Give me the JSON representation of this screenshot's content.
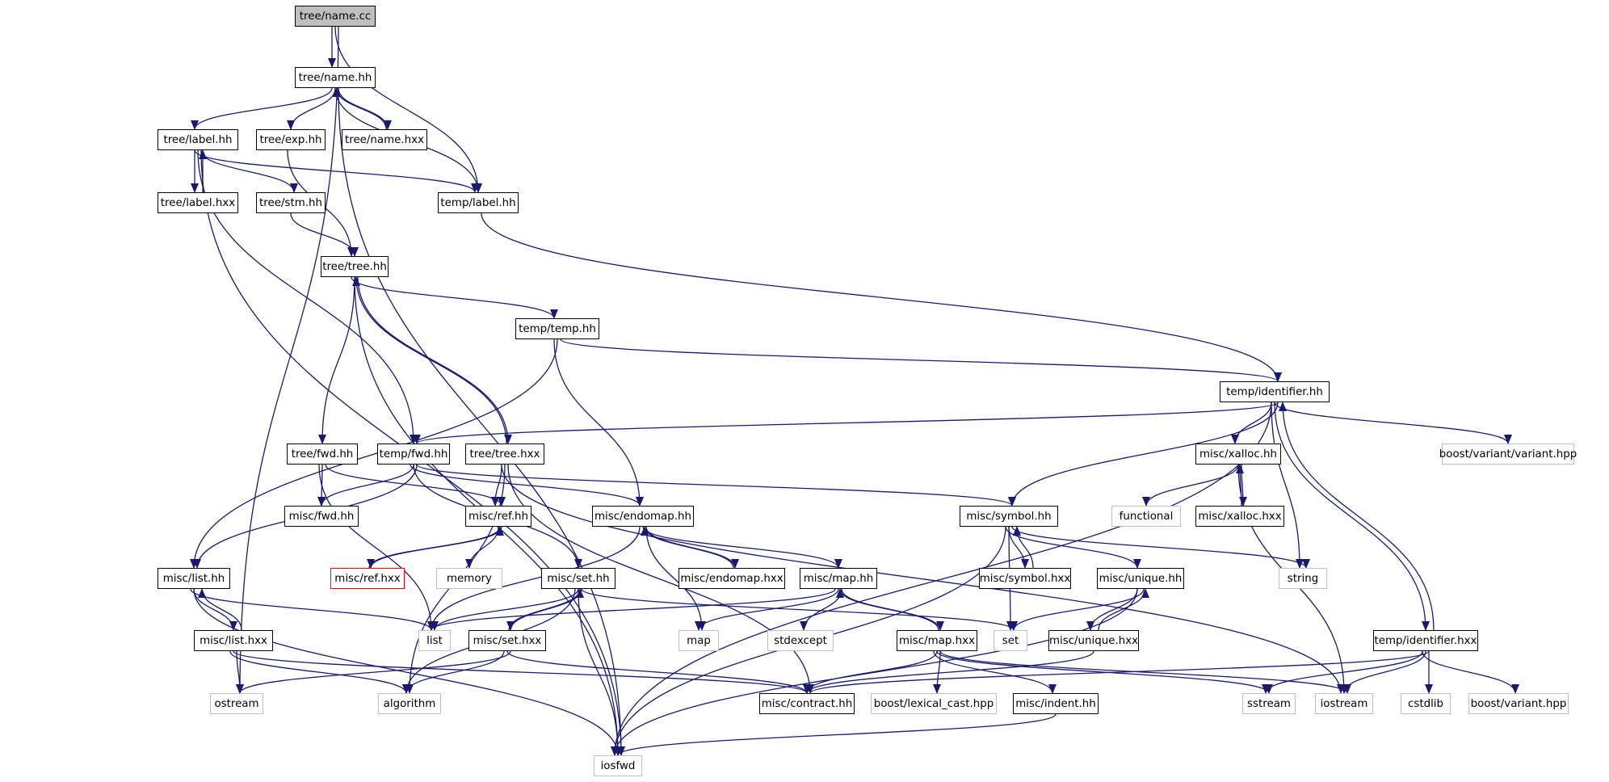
{
  "diagram": {
    "nodes": [
      {
        "id": "tree_name_cc",
        "label": "tree/name.cc",
        "kind": "root"
      },
      {
        "id": "tree_name_hh",
        "label": "tree/name.hh",
        "kind": "file"
      },
      {
        "id": "tree_label_hh",
        "label": "tree/label.hh",
        "kind": "file"
      },
      {
        "id": "tree_exp_hh",
        "label": "tree/exp.hh",
        "kind": "file"
      },
      {
        "id": "tree_name_hxx",
        "label": "tree/name.hxx",
        "kind": "file"
      },
      {
        "id": "tree_label_hxx",
        "label": "tree/label.hxx",
        "kind": "file"
      },
      {
        "id": "tree_stm_hh",
        "label": "tree/stm.hh",
        "kind": "file"
      },
      {
        "id": "temp_label_hh",
        "label": "temp/label.hh",
        "kind": "file"
      },
      {
        "id": "tree_tree_hh",
        "label": "tree/tree.hh",
        "kind": "file"
      },
      {
        "id": "temp_temp_hh",
        "label": "temp/temp.hh",
        "kind": "file"
      },
      {
        "id": "temp_identifier_hh",
        "label": "temp/identifier.hh",
        "kind": "file"
      },
      {
        "id": "tree_fwd_hh",
        "label": "tree/fwd.hh",
        "kind": "file"
      },
      {
        "id": "temp_fwd_hh",
        "label": "temp/fwd.hh",
        "kind": "file"
      },
      {
        "id": "tree_tree_hxx",
        "label": "tree/tree.hxx",
        "kind": "file"
      },
      {
        "id": "misc_xalloc_hh",
        "label": "misc/xalloc.hh",
        "kind": "file"
      },
      {
        "id": "boost_variant_variant_hpp",
        "label": "boost/variant/variant.hpp",
        "kind": "system"
      },
      {
        "id": "misc_fwd_hh",
        "label": "misc/fwd.hh",
        "kind": "file"
      },
      {
        "id": "misc_ref_hh",
        "label": "misc/ref.hh",
        "kind": "file"
      },
      {
        "id": "misc_endomap_hh",
        "label": "misc/endomap.hh",
        "kind": "file"
      },
      {
        "id": "misc_symbol_hh",
        "label": "misc/symbol.hh",
        "kind": "file"
      },
      {
        "id": "functional",
        "label": "functional",
        "kind": "system"
      },
      {
        "id": "misc_xalloc_hxx",
        "label": "misc/xalloc.hxx",
        "kind": "file"
      },
      {
        "id": "misc_list_hh",
        "label": "misc/list.hh",
        "kind": "file"
      },
      {
        "id": "misc_ref_hxx",
        "label": "misc/ref.hxx",
        "kind": "highlight"
      },
      {
        "id": "memory",
        "label": "memory",
        "kind": "system"
      },
      {
        "id": "misc_set_hh",
        "label": "misc/set.hh",
        "kind": "file"
      },
      {
        "id": "misc_endomap_hxx",
        "label": "misc/endomap.hxx",
        "kind": "file"
      },
      {
        "id": "misc_map_hh",
        "label": "misc/map.hh",
        "kind": "file"
      },
      {
        "id": "misc_symbol_hxx",
        "label": "misc/symbol.hxx",
        "kind": "file"
      },
      {
        "id": "misc_unique_hh",
        "label": "misc/unique.hh",
        "kind": "file"
      },
      {
        "id": "string",
        "label": "string",
        "kind": "system"
      },
      {
        "id": "misc_list_hxx",
        "label": "misc/list.hxx",
        "kind": "file"
      },
      {
        "id": "list",
        "label": "list",
        "kind": "system"
      },
      {
        "id": "misc_set_hxx",
        "label": "misc/set.hxx",
        "kind": "file"
      },
      {
        "id": "map",
        "label": "map",
        "kind": "system"
      },
      {
        "id": "stdexcept",
        "label": "stdexcept",
        "kind": "system"
      },
      {
        "id": "misc_map_hxx",
        "label": "misc/map.hxx",
        "kind": "file"
      },
      {
        "id": "set",
        "label": "set",
        "kind": "system"
      },
      {
        "id": "misc_unique_hxx",
        "label": "misc/unique.hxx",
        "kind": "file"
      },
      {
        "id": "temp_identifier_hxx",
        "label": "temp/identifier.hxx",
        "kind": "file"
      },
      {
        "id": "ostream",
        "label": "ostream",
        "kind": "system"
      },
      {
        "id": "algorithm",
        "label": "algorithm",
        "kind": "system"
      },
      {
        "id": "misc_contract_hh",
        "label": "misc/contract.hh",
        "kind": "file"
      },
      {
        "id": "boost_lexical_cast_hpp",
        "label": "boost/lexical_cast.hpp",
        "kind": "system"
      },
      {
        "id": "misc_indent_hh",
        "label": "misc/indent.hh",
        "kind": "file"
      },
      {
        "id": "sstream",
        "label": "sstream",
        "kind": "system"
      },
      {
        "id": "iostream",
        "label": "iostream",
        "kind": "system"
      },
      {
        "id": "cstdlib",
        "label": "cstdlib",
        "kind": "system"
      },
      {
        "id": "boost_variant_hpp",
        "label": "boost/variant.hpp",
        "kind": "system"
      },
      {
        "id": "iosfwd",
        "label": "iosfwd",
        "kind": "system"
      }
    ],
    "edges": [
      [
        "tree_name_cc",
        "tree_name_hh"
      ],
      [
        "tree_name_cc",
        "temp_label_hh"
      ],
      [
        "tree_name_cc",
        "ostream"
      ],
      [
        "tree_name_hh",
        "tree_label_hh"
      ],
      [
        "tree_name_hh",
        "tree_exp_hh"
      ],
      [
        "tree_name_hh",
        "tree_name_hxx"
      ],
      [
        "tree_name_hxx",
        "tree_name_hh"
      ],
      [
        "tree_name_hh",
        "temp_label_hh"
      ],
      [
        "tree_name_hh",
        "iosfwd"
      ],
      [
        "tree_label_hh",
        "tree_label_hxx"
      ],
      [
        "tree_label_hxx",
        "tree_label_hh"
      ],
      [
        "tree_label_hh",
        "tree_stm_hh"
      ],
      [
        "tree_label_hh",
        "temp_label_hh"
      ],
      [
        "tree_label_hh",
        "temp_fwd_hh"
      ],
      [
        "tree_label_hh",
        "iosfwd"
      ],
      [
        "tree_exp_hh",
        "tree_tree_hh"
      ],
      [
        "tree_stm_hh",
        "tree_tree_hh"
      ],
      [
        "temp_label_hh",
        "temp_identifier_hh"
      ],
      [
        "tree_tree_hh",
        "temp_temp_hh"
      ],
      [
        "tree_tree_hh",
        "tree_fwd_hh"
      ],
      [
        "tree_tree_hh",
        "tree_tree_hxx"
      ],
      [
        "tree_tree_hxx",
        "tree_tree_hh"
      ],
      [
        "tree_tree_hh",
        "iosfwd"
      ],
      [
        "temp_temp_hh",
        "temp_identifier_hh"
      ],
      [
        "temp_temp_hh",
        "misc_endomap_hh"
      ],
      [
        "temp_temp_hh",
        "misc_list_hh"
      ],
      [
        "temp_identifier_hh",
        "temp_fwd_hh"
      ],
      [
        "temp_identifier_hh",
        "misc_xalloc_hh"
      ],
      [
        "temp_identifier_hh",
        "boost_variant_variant_hpp"
      ],
      [
        "temp_identifier_hh",
        "misc_symbol_hh"
      ],
      [
        "temp_identifier_hh",
        "string"
      ],
      [
        "temp_identifier_hh",
        "temp_identifier_hxx"
      ],
      [
        "temp_identifier_hxx",
        "temp_identifier_hh"
      ],
      [
        "temp_identifier_hh",
        "iosfwd"
      ],
      [
        "tree_fwd_hh",
        "misc_fwd_hh"
      ],
      [
        "tree_fwd_hh",
        "misc_ref_hh"
      ],
      [
        "tree_fwd_hh",
        "list"
      ],
      [
        "temp_fwd_hh",
        "misc_fwd_hh"
      ],
      [
        "temp_fwd_hh",
        "misc_list_hh"
      ],
      [
        "temp_fwd_hh",
        "misc_endomap_hh"
      ],
      [
        "temp_fwd_hh",
        "misc_set_hh"
      ],
      [
        "temp_fwd_hh",
        "misc_symbol_hh"
      ],
      [
        "tree_tree_hxx",
        "misc_ref_hh"
      ],
      [
        "tree_tree_hxx",
        "algorithm"
      ],
      [
        "tree_tree_hxx",
        "misc_contract_hh"
      ],
      [
        "tree_tree_hxx",
        "iostream"
      ],
      [
        "misc_xalloc_hh",
        "functional"
      ],
      [
        "misc_xalloc_hh",
        "misc_xalloc_hxx"
      ],
      [
        "misc_xalloc_hxx",
        "misc_xalloc_hh"
      ],
      [
        "misc_xalloc_hh",
        "iostream"
      ],
      [
        "misc_ref_hh",
        "misc_ref_hxx"
      ],
      [
        "misc_ref_hxx",
        "misc_ref_hh"
      ],
      [
        "misc_ref_hh",
        "memory"
      ],
      [
        "misc_endomap_hh",
        "misc_endomap_hxx"
      ],
      [
        "misc_endomap_hxx",
        "misc_endomap_hh"
      ],
      [
        "misc_endomap_hh",
        "misc_map_hh"
      ],
      [
        "misc_endomap_hh",
        "map"
      ],
      [
        "misc_endomap_hh",
        "list"
      ],
      [
        "misc_symbol_hh",
        "misc_symbol_hxx"
      ],
      [
        "misc_symbol_hxx",
        "misc_symbol_hh"
      ],
      [
        "misc_symbol_hh",
        "misc_unique_hh"
      ],
      [
        "misc_symbol_hh",
        "set"
      ],
      [
        "misc_symbol_hh",
        "string"
      ],
      [
        "misc_symbol_hh",
        "iosfwd"
      ],
      [
        "misc_list_hh",
        "misc_list_hxx"
      ],
      [
        "misc_list_hxx",
        "misc_list_hh"
      ],
      [
        "misc_list_hh",
        "list"
      ],
      [
        "misc_list_hh",
        "iosfwd"
      ],
      [
        "misc_list_hxx",
        "ostream"
      ],
      [
        "misc_list_hxx",
        "algorithm"
      ],
      [
        "misc_list_hxx",
        "misc_contract_hh"
      ],
      [
        "misc_set_hh",
        "misc_set_hxx"
      ],
      [
        "misc_set_hxx",
        "misc_set_hh"
      ],
      [
        "misc_set_hh",
        "list"
      ],
      [
        "misc_set_hh",
        "set"
      ],
      [
        "misc_set_hh",
        "algorithm"
      ],
      [
        "misc_set_hh",
        "iosfwd"
      ],
      [
        "misc_set_hxx",
        "ostream"
      ],
      [
        "misc_set_hxx",
        "algorithm"
      ],
      [
        "misc_set_hxx",
        "misc_contract_hh"
      ],
      [
        "misc_map_hh",
        "misc_map_hxx"
      ],
      [
        "misc_map_hxx",
        "misc_map_hh"
      ],
      [
        "misc_map_hh",
        "map"
      ],
      [
        "misc_map_hh",
        "stdexcept"
      ],
      [
        "misc_map_hh",
        "list"
      ],
      [
        "misc_map_hxx",
        "misc_contract_hh"
      ],
      [
        "misc_map_hxx",
        "boost_lexical_cast_hpp"
      ],
      [
        "misc_map_hxx",
        "misc_indent_hh"
      ],
      [
        "misc_map_hxx",
        "sstream"
      ],
      [
        "misc_map_hxx",
        "iostream"
      ],
      [
        "misc_unique_hh",
        "misc_unique_hxx"
      ],
      [
        "misc_unique_hxx",
        "misc_unique_hh"
      ],
      [
        "misc_unique_hh",
        "set"
      ],
      [
        "misc_unique_hh",
        "iosfwd"
      ],
      [
        "misc_unique_hxx",
        "misc_contract_hh"
      ],
      [
        "temp_identifier_hxx",
        "misc_contract_hh"
      ],
      [
        "temp_identifier_hxx",
        "sstream"
      ],
      [
        "temp_identifier_hxx",
        "iostream"
      ],
      [
        "temp_identifier_hxx",
        "cstdlib"
      ],
      [
        "temp_identifier_hxx",
        "boost_variant_hpp"
      ],
      [
        "misc_indent_hh",
        "iosfwd"
      ]
    ]
  },
  "colors": {
    "edge": "#191970",
    "node_border": "#000000",
    "system_border": "#bfbfbf",
    "root_fill": "#bfbfbf",
    "highlight_border": "#ff0000",
    "background": "#ffffff"
  }
}
